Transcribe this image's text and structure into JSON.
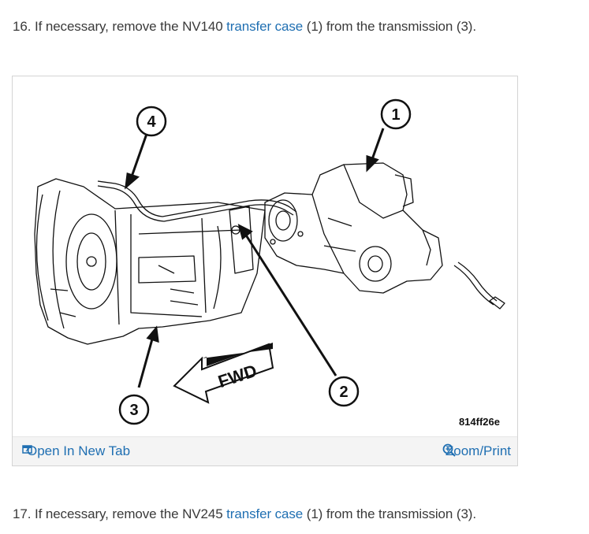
{
  "step16": {
    "number": "16.",
    "pre": " If necessary, remove the NV140 ",
    "link": "transfer case",
    "post": " (1) from the transmission (3)."
  },
  "step17": {
    "number": "17.",
    "pre": " If necessary, remove the NV245 ",
    "link": "transfer case",
    "post": " (1) from the transmission (3)."
  },
  "figure": {
    "callouts": [
      "1",
      "2",
      "3",
      "4"
    ],
    "arrow_label": "FWD",
    "figure_id": "814ff26e",
    "open_tab_label": "Open In New Tab",
    "zoom_label": "Zoom/Print",
    "open_tab_icon": "open-in-new-tab-icon",
    "zoom_icon": "magnifier-plus-icon"
  },
  "colors": {
    "link": "#1f6fb2",
    "footer_bg": "#f4f4f4"
  }
}
